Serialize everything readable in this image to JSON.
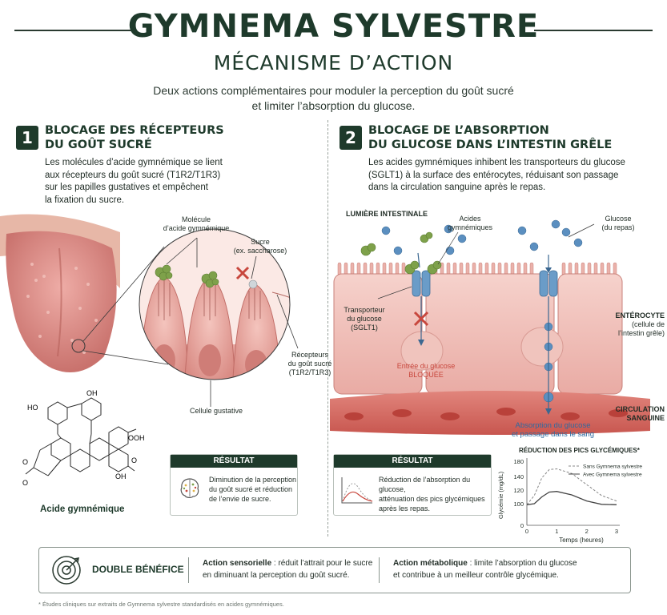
{
  "header": {
    "title": "GYMNEMA SYLVESTRE",
    "subtitle": "MÉCANISME D’ACTION",
    "intro_line1": "Deux actions complémentaires pour moduler la perception du goût sucré",
    "intro_line2": "et limiter l’absorption du glucose."
  },
  "section1": {
    "number": "1",
    "title_line1": "BLOCAGE DES RÉCEPTEURS",
    "title_line2": "DU GOÛT SUCRÉ",
    "text": [
      "Les molécules d’acide gymnémique se lient",
      "aux récepteurs du goût sucré (T1R2/T1R3)",
      "sur les papilles gustatives et empêchent",
      "la fixation du sucre."
    ],
    "labels": {
      "molecule_l1": "Molécule",
      "molecule_l2": "d’acide gymnémique",
      "sucre_l1": "Sucre",
      "sucre_l2": "(ex. saccharose)",
      "recepteurs_l1": "Récepteurs",
      "recepteurs_l2": "du goût sucré",
      "recepteurs_l3": "(T1R2/T1R3)",
      "cellule": "Cellule gustative",
      "acide_caption": "Acide gymnémique"
    },
    "structure_atoms": {
      "oh1": "OH",
      "ho": "HO",
      "ooh": "OOH",
      "o1": "O",
      "o2": "O",
      "oh2": "OH",
      "o3": "O"
    },
    "result": {
      "header": "RÉSULTAT",
      "text": [
        "Diminution de la perception",
        "du goût sucré et réduction",
        "de l’envie de sucre."
      ]
    }
  },
  "section2": {
    "number": "2",
    "title_line1": "BLOCAGE DE L’ABSORPTION",
    "title_line2": "DU GLUCOSE DANS L’INTESTIN GRÊLE",
    "text": [
      "Les acides gymnémiques inhibent les transporteurs du glucose",
      "(SGLT1) à la surface des entérocytes, réduisant son passage",
      "dans la circulation sanguine après le repas."
    ],
    "labels": {
      "lumiere": "LUMIÈRE INTESTINALE",
      "acides_l1": "Acides",
      "acides_l2": "gymnémiques",
      "glucose_l1": "Glucose",
      "glucose_l2": "(du repas)",
      "transporteur_l1": "Transporteur",
      "transporteur_l2": "du glucose",
      "transporteur_l3": "(SGLT1)",
      "entree_l1": "Entrée du glucose",
      "entree_l2": "BLOQUÉE",
      "enterocyte_l1": "ENTÉROCYTE",
      "enterocyte_l2": "(cellule de",
      "enterocyte_l3": "l’intestin grêle)",
      "circulation_l1": "CIRCULATION",
      "circulation_l2": "SANGUINE",
      "absorption_l1": "Absorption du glucose",
      "absorption_l2": "et passage dans le sang"
    },
    "result": {
      "header": "RÉSULTAT",
      "text": [
        "Réduction de l’absorption du glucose,",
        "atténuation des pics glycémiques",
        "après les repas."
      ]
    }
  },
  "chart_data": {
    "type": "line",
    "title": "RÉDUCTION DES PICS GLYCÉMIQUES*",
    "xlabel": "Temps (heures)",
    "ylabel": "Glycémie (mg/dL)",
    "xlim": [
      0,
      3
    ],
    "ylim": [
      0,
      180
    ],
    "xticks": [
      0,
      1,
      2,
      3
    ],
    "yticks": [
      0,
      100,
      120,
      140,
      180
    ],
    "grid": false,
    "legend": "top-right",
    "series": [
      {
        "name": "Sans Gymnema sylvestre",
        "style": "dashed",
        "x": [
          0,
          0.25,
          0.5,
          0.75,
          1,
          1.5,
          2,
          2.5,
          3
        ],
        "y": [
          95,
          112,
          138,
          158,
          160,
          148,
          128,
          112,
          104
        ]
      },
      {
        "name": "Avec Gymnema sylvestre",
        "style": "solid",
        "x": [
          0,
          0.25,
          0.5,
          0.75,
          1,
          1.5,
          2,
          2.5,
          3
        ],
        "y": [
          95,
          100,
          110,
          117,
          118,
          113,
          104,
          97,
          95
        ]
      }
    ]
  },
  "bottom": {
    "title": "DOUBLE BÉNÉFICE",
    "sensory_label": "Action sensorielle",
    "sensory_text1": " : réduit l’attrait pour le sucre",
    "sensory_text2": "en diminuant la perception du goût sucré.",
    "metabolic_label": "Action métabolique",
    "metabolic_text1": " : limite l’absorption du glucose",
    "metabolic_text2": "et contribue à un meilleur contrôle glycémique."
  },
  "footnote": "* Études cliniques sur extraits de Gymnema sylvestre standardisés en acides gymnémiques.",
  "colors": {
    "primary": "#1e3a2b",
    "tissue": "#e8a5a0",
    "tissue_dark": "#c97872",
    "molecule": "#7ea14a",
    "glucose": "#5b8fc0",
    "transporter": "#6a9cc8",
    "blocked": "#c8473d",
    "blood": "#d0574f"
  }
}
